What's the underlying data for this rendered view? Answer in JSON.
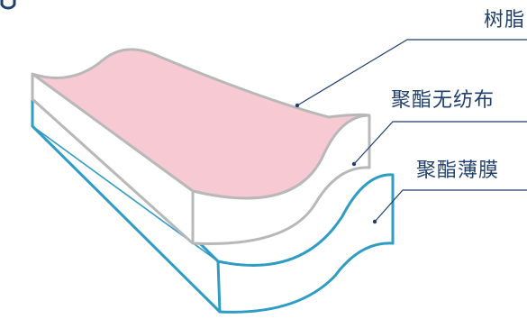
{
  "labels": {
    "resin": "树脂",
    "nonwoven": "聚酯无纺布",
    "film": "聚酯薄膜"
  },
  "colors": {
    "resin_layer": "#f6c9d3",
    "nonwoven_edge": "#b8b8b8",
    "film_edge": "#2f9cc4",
    "leader_line": "#1f3f6e",
    "label_text": "#1f3f6e",
    "header_mark": "#1f3f6e"
  }
}
